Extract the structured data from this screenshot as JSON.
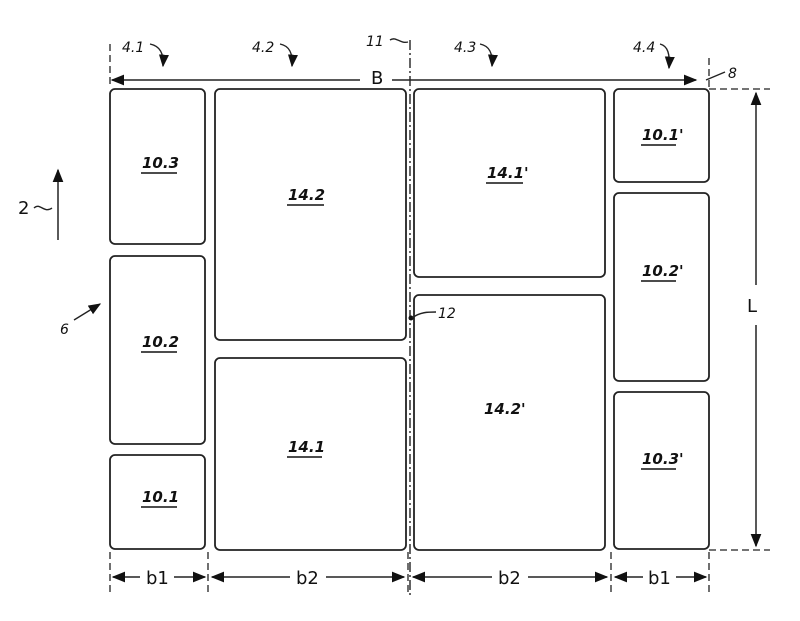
{
  "overall": {
    "width_label": "B",
    "length_label": "L"
  },
  "refs": {
    "r41": "4.1",
    "r42": "4.2",
    "r43": "4.3",
    "r44": "4.4",
    "r11": "11",
    "r8": "8",
    "r2": "2",
    "r6": "6",
    "r12": "12"
  },
  "panels": {
    "p103": "10.3",
    "p102": "10.2",
    "p101": "10.1",
    "p142": "14.2",
    "p141": "14.1",
    "p141p": "14.1'",
    "p142p": "14.2'",
    "p101p": "10.1'",
    "p102p": "10.2'",
    "p103p": "10.3'"
  },
  "dims": {
    "b1_left": "b1",
    "b2_left": "b2",
    "b2_right": "b2",
    "b1_right": "b1"
  }
}
